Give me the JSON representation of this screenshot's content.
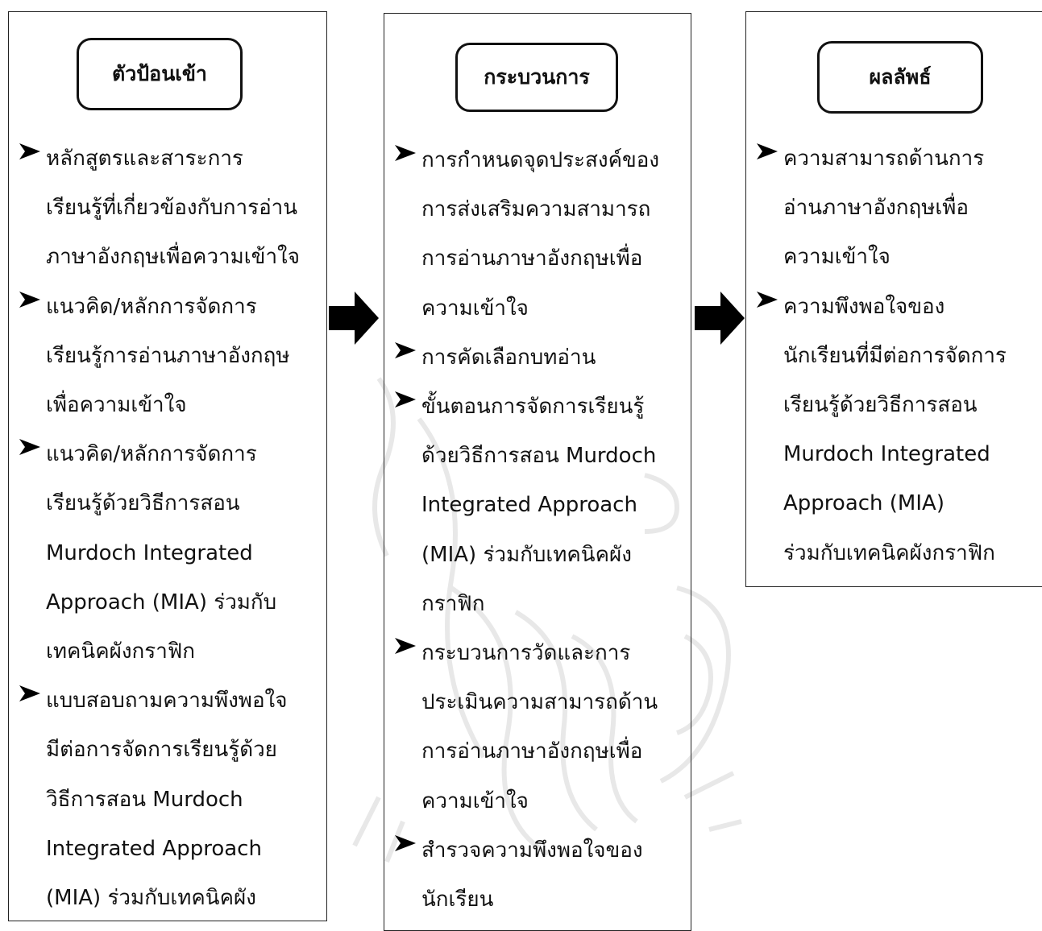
{
  "columns": [
    {
      "title": "ตัวป้อนเข้า",
      "items": [
        "หลักสูตรและสาระการ\nเรียนรู้ที่เกี่ยวข้องกับการอ่าน\nภาษาอังกฤษเพื่อความเข้าใจ",
        "แนวคิด/หลักการจัดการ\nเรียนรู้การอ่านภาษาอังกฤษ\nเพื่อความเข้าใจ",
        "แนวคิด/หลักการจัดการ\nเรียนรู้ด้วยวิธีการสอน\nMurdoch Integrated\nApproach (MIA) ร่วมกับ\nเทคนิคผังกราฟิก",
        "แบบสอบถามความพึงพอใจ\nมีต่อการจัดการเรียนรู้ด้วย\nวิธีการสอน Murdoch\nIntegrated Approach\n(MIA) ร่วมกับเทคนิคผัง"
      ]
    },
    {
      "title": "กระบวนการ",
      "items": [
        "การกำหนดจุดประสงค์ของ\nการส่งเสริมความสามารถ\nการอ่านภาษาอังกฤษเพื่อ\nความเข้าใจ",
        "การคัดเลือกบทอ่าน",
        "ขั้นตอนการจัดการเรียนรู้\nด้วยวิธีการสอน Murdoch\nIntegrated Approach\n(MIA) ร่วมกับเทคนิคผัง\nกราฟิก",
        "กระบวนการวัดและการ\nประเมินความสามารถด้าน\nการอ่านภาษาอังกฤษเพื่อ\nความเข้าใจ",
        "สำรวจความพึงพอใจของ\nนักเรียน"
      ]
    },
    {
      "title": "ผลลัพธ์",
      "items": [
        "ความสามารถด้านการ\nอ่านภาษาอังกฤษเพื่อ\nความเข้าใจ",
        "ความพึงพอใจของ\nนักเรียนที่มีต่อการจัดการ\nเรียนรู้ด้วยวิธีการสอน\nMurdoch Integrated\nApproach (MIA)\nร่วมกับเทคนิคผังกราฟิก"
      ]
    }
  ],
  "colors": {
    "arrow": "#000000",
    "border": "#111111",
    "watermark": "#9a9a9a"
  }
}
